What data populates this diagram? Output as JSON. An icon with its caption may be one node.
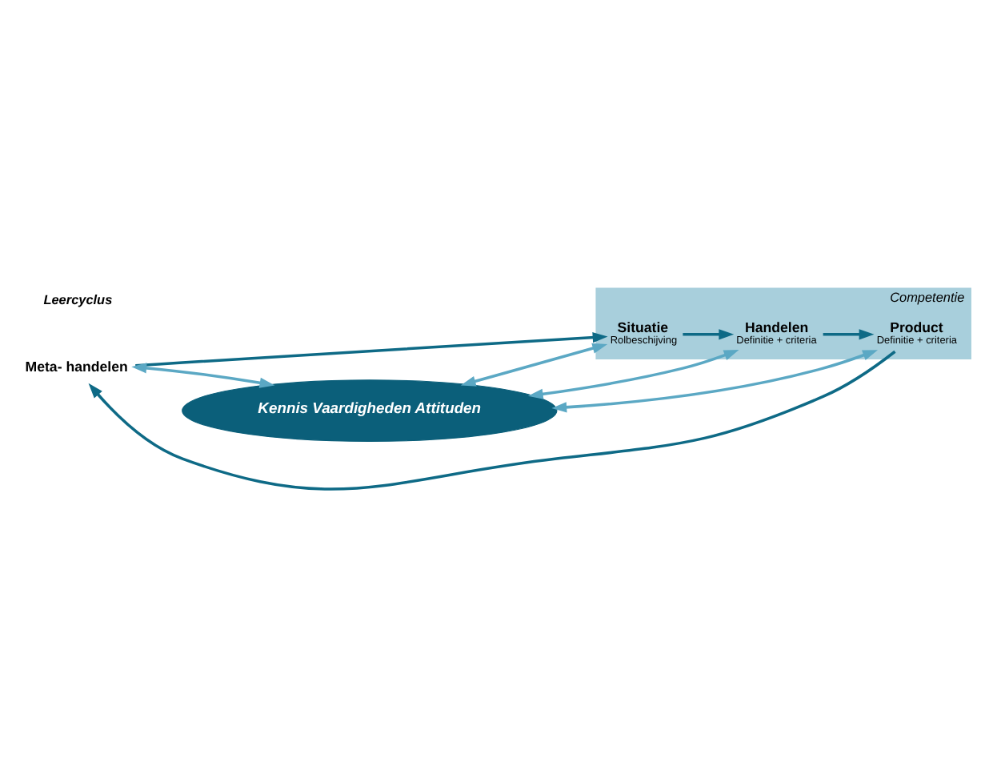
{
  "diagram": {
    "nodes": [
      {
        "text": [
          "Competentie"
        ]
      },
      {
        "text": [
          "Situatie",
          "Rolbeschijving"
        ],
        "in": 0
      },
      {
        "text": [
          "Handelen",
          "Definitie + criteria"
        ],
        "in": 0
      },
      {
        "text": [
          "Product",
          "Definitie + criteria"
        ],
        "in": 0
      },
      {
        "text": [
          "Kennis Vaardigheden Attituden"
        ]
      },
      {
        "text": [
          "Meta- handelen"
        ]
      }
    ],
    "edges": [
      {
        "from": 1,
        "to": 2,
        "arrow": "to"
      },
      {
        "from": 2,
        "to": 3,
        "arrow": "to"
      },
      {
        "from": 3,
        "to": 5,
        "arrow": "to"
      },
      {
        "from": 5,
        "to": 1,
        "arrow": "to"
      },
      {
        "from": 4,
        "to": 1,
        "arrow": "both",
        "color": "#5ba8c4"
      },
      {
        "from": 4,
        "to": 5,
        "arrow": "both",
        "color": "#5ba8c4"
      },
      {
        "from": 4,
        "to": 2,
        "arrow": "both",
        "color": "#5ba8c4"
      },
      {
        "from": 4,
        "to": 3,
        "arrow": "both",
        "color": "#5ba8c4"
      }
    ],
    "labels": [
      "Leercyclus"
    ]
  }
}
